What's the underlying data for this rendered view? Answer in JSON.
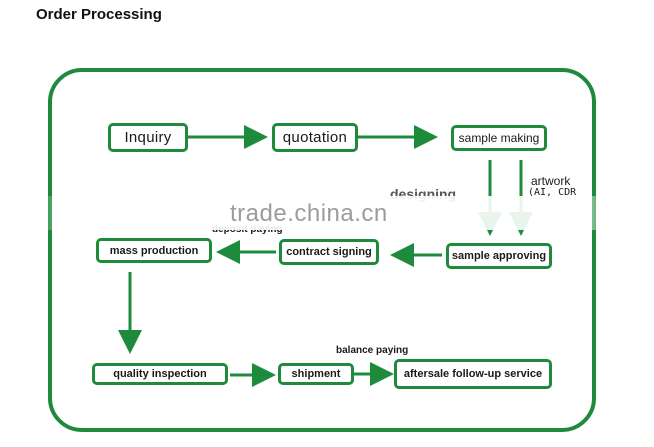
{
  "title": "Order Processing",
  "colors": {
    "accent": "#1e8a3c",
    "text": "#1a1a1a",
    "watermark": "#9c9c9c"
  },
  "nodes": {
    "inquiry": "Inquiry",
    "quotation": "quotation",
    "sample_making": "sample making",
    "sample_approving": "sample approving",
    "contract_signing": "contract signing",
    "mass_production": "mass production",
    "quality_inspection": "quality inspection",
    "shipment": "shipment",
    "aftersale": "aftersale follow-up service"
  },
  "labels": {
    "artwork": "artwork",
    "artwork_formats": "(AI, CDR",
    "designing": "designing",
    "deposit_paying": "deposit paying",
    "balance_paying": "balance paying"
  },
  "watermark": "trade.china.cn"
}
